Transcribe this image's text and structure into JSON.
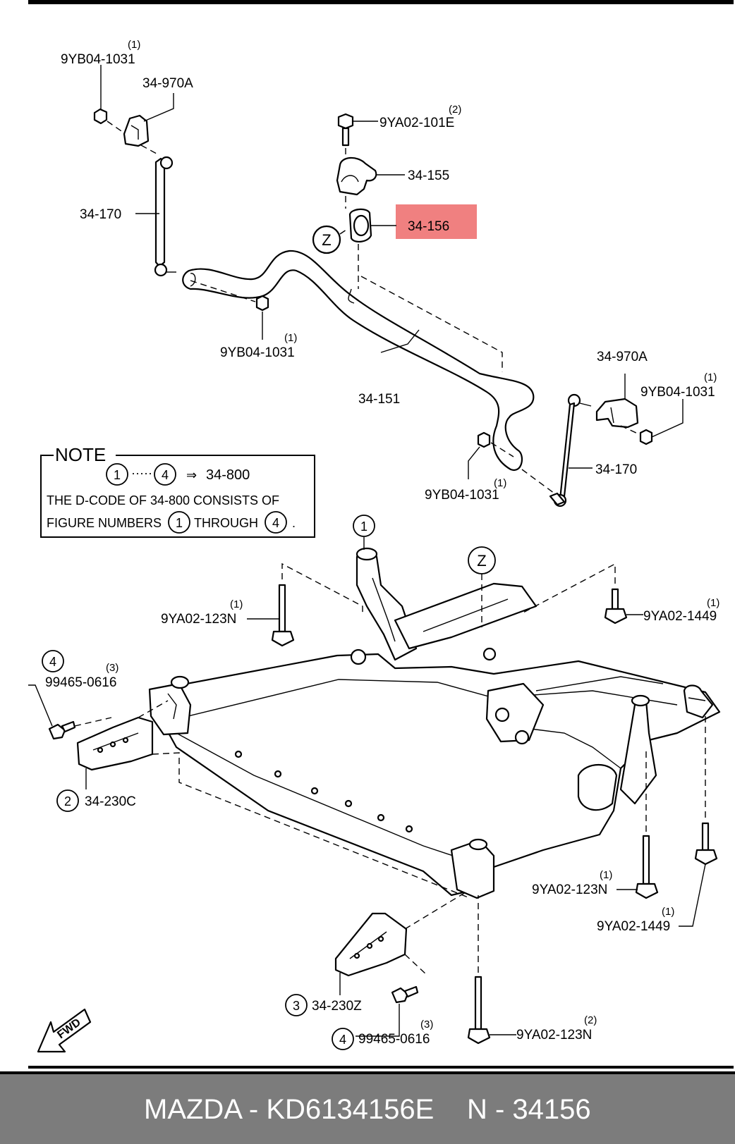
{
  "labels": {
    "bolt_top_left": "9YB04-1031",
    "bolt_top_left_qty": "(1)",
    "bracket_top_left": "34-970A",
    "link_left": "34-170",
    "nut_bar_left": "9YB04-1031",
    "nut_bar_left_qty": "(1)",
    "bolt_clamp": "9YA02-101E",
    "bolt_clamp_qty": "(2)",
    "clamp": "34-155",
    "bushing": "34-156",
    "ref_z_top": "Z",
    "stabilizer_bar": "34-151",
    "bracket_right": "34-970A",
    "bolt_right": "9YB04-1031",
    "bolt_right_qty": "(1)",
    "link_right": "34-170",
    "nut_bar_right": "9YB04-1031",
    "nut_bar_right_qty": "(1)",
    "fig1": "1",
    "ref_z_frame": "Z",
    "bolt_frame_left": "9YA02-123N",
    "bolt_frame_left_qty": "(1)",
    "bolt_frame_right": "9YA02-1449",
    "bolt_frame_right_qty": "(1)",
    "fig4_left": "4",
    "bolt_bracket_left": "99465-0616",
    "bolt_bracket_left_qty": "(3)",
    "fig2": "2",
    "bracket_230c": "34-230C",
    "bolt_frame_rear": "9YA02-123N",
    "bolt_frame_rear_qty": "(1)",
    "bolt_frame_rear2": "9YA02-1449",
    "bolt_frame_rear2_qty": "(1)",
    "fig3": "3",
    "bracket_230z": "34-230Z",
    "fig4_bottom": "4",
    "bolt_bracket_bottom": "99465-0616",
    "bolt_bracket_bottom_qty": "(3)",
    "bolt_bottom": "9YA02-123N",
    "bolt_bottom_qty": "(2)",
    "fwd": "FWD"
  },
  "note": {
    "title": "NOTE",
    "range_from": "1",
    "range_sep": "·····",
    "range_to": "4",
    "arrow": "⇒",
    "target": "34-800",
    "line1": "THE D-CODE OF  34-800  CONSISTS OF",
    "line2_a": "FIGURE NUMBERS",
    "line2_from": "1",
    "line2_b": "THROUGH",
    "line2_to": "4",
    "line2_end": "."
  },
  "highlight_color": "#f08080",
  "footer": {
    "left": "MAZDA - KD6134156E",
    "right": "N - 34156"
  }
}
